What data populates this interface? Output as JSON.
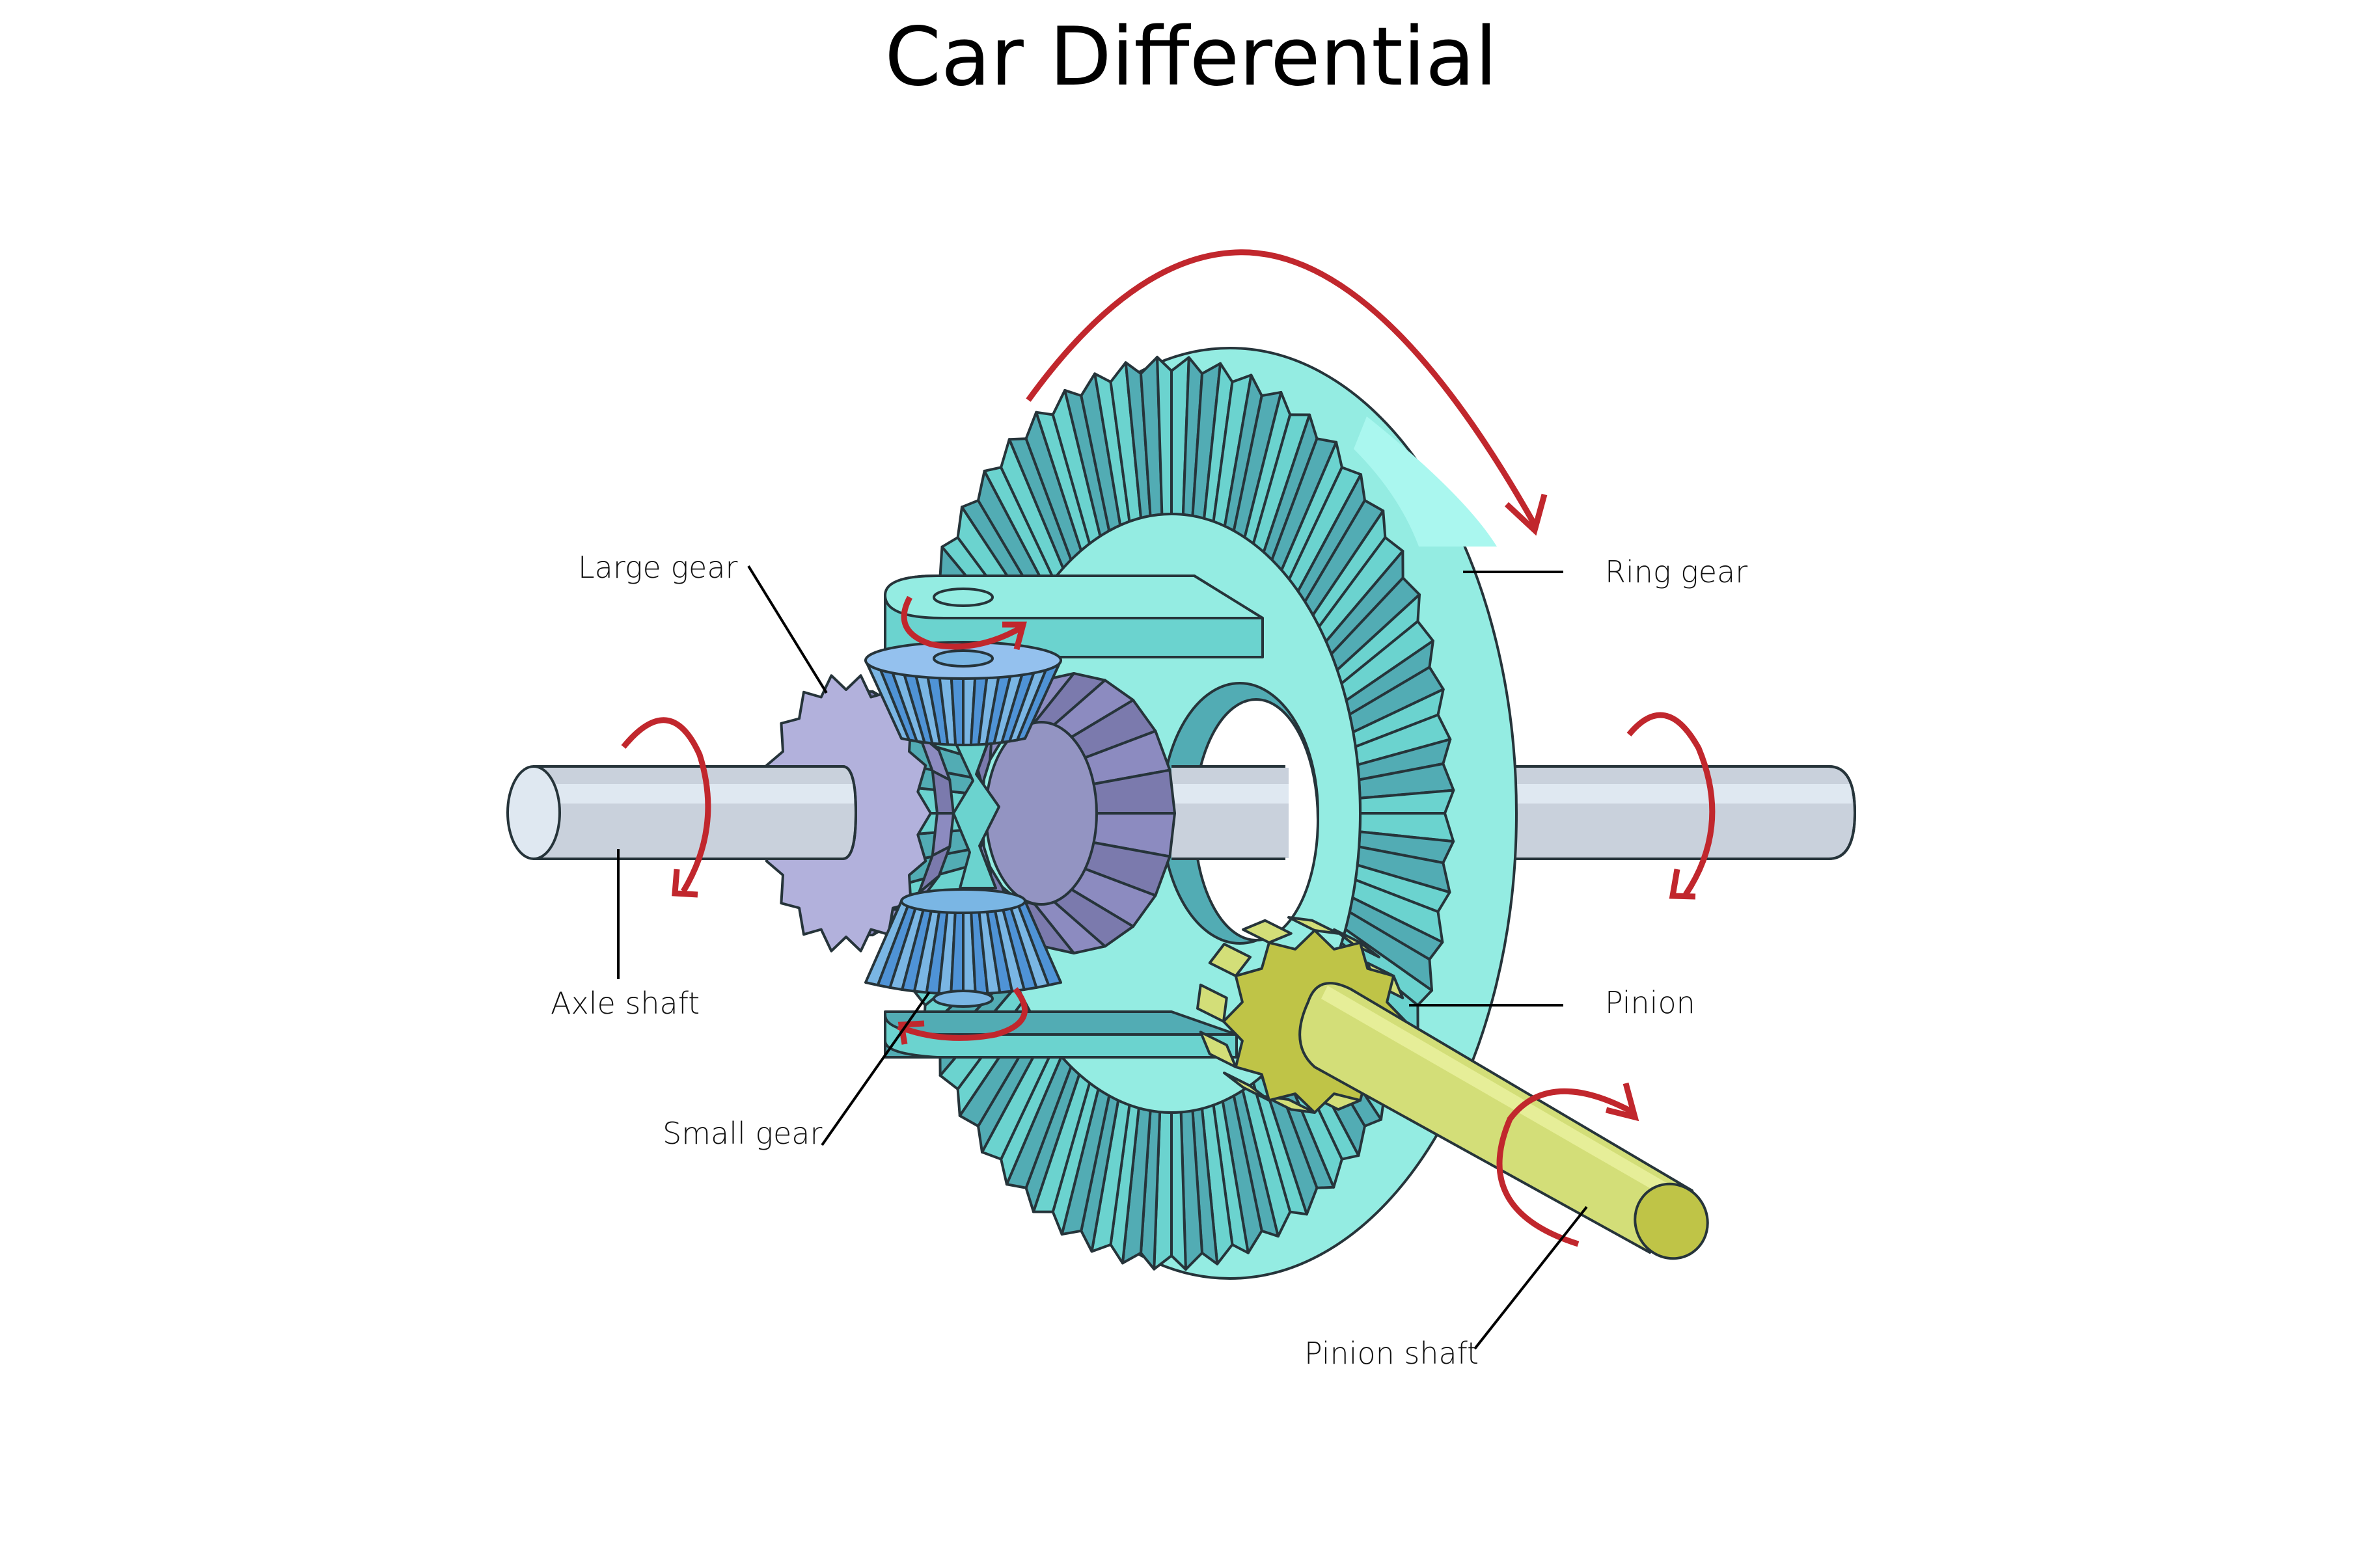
{
  "title": "Car Differential",
  "labels": {
    "large_gear": "Large gear",
    "ring_gear": "Ring gear",
    "axle_shaft": "Axle shaft",
    "pinion": "Pinion",
    "small_gear": "Small gear",
    "pinion_shaft": "Pinion shaft"
  },
  "colors": {
    "ring_gear_face": "#94ece2",
    "ring_gear_tooth_light": "#6bd3cf",
    "ring_gear_tooth_dark": "#52acb4",
    "ring_gear_highlight": "#aaf7ef",
    "large_gear_face": "#b2b1dc",
    "large_gear_side": "#8c8bc0",
    "large_gear_tooth_dark": "#7b7aad",
    "small_gear_face": "#94c1ee",
    "small_gear_tooth_light": "#7ab6e4",
    "small_gear_tooth_dark": "#4f93d6",
    "axle_body": "#c9d1dc",
    "axle_highlight": "#dfe8f1",
    "pinion_face": "#bfc447",
    "pinion_side": "#d3de78",
    "pinion_shaft_highlight": "#e6ee98",
    "rotation_arrow": "#c1272d",
    "outline": "#26343a"
  }
}
